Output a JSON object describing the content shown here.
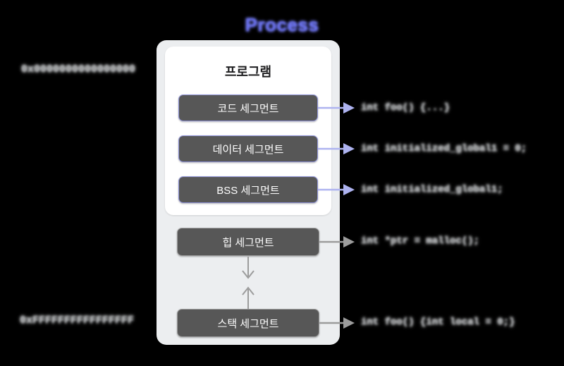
{
  "title": "Process",
  "accent_color": "#6c73f2",
  "addresses": {
    "top": "0x0000000000000000",
    "bottom": "0xFFFFFFFFFFFFFFFF"
  },
  "program": {
    "label": "프로그램"
  },
  "segments": [
    {
      "name": "code",
      "label": "코드 세그먼트",
      "arrow_color": "#aeb3f0",
      "annotation": "int foo() {...}"
    },
    {
      "name": "data",
      "label": "데이터 세그먼트",
      "arrow_color": "#aeb3f0",
      "annotation": "int initialized_global1 = 0;"
    },
    {
      "name": "bss",
      "label": "BSS 세그먼트",
      "arrow_color": "#aeb3f0",
      "annotation": "int initialized_global1;"
    },
    {
      "name": "heap",
      "label": "힙 세그먼트",
      "arrow_color": "#9c9c9c",
      "annotation": "int *ptr = malloc();"
    },
    {
      "name": "stack",
      "label": "스택 세그먼트",
      "arrow_color": "#9c9c9c",
      "annotation": "int foo() {int local = 0;}"
    }
  ],
  "growth_arrows": {
    "heap_direction": "down",
    "stack_direction": "up",
    "color": "#9c9c9c"
  },
  "colors": {
    "background": "#000000",
    "container": "#eceef0",
    "program_box": "#ffffff",
    "segment_fill": "#575757",
    "segment_text": "#ffffff",
    "address_text": "#b9bbbd",
    "annotation_text": "#b7b9bb"
  }
}
